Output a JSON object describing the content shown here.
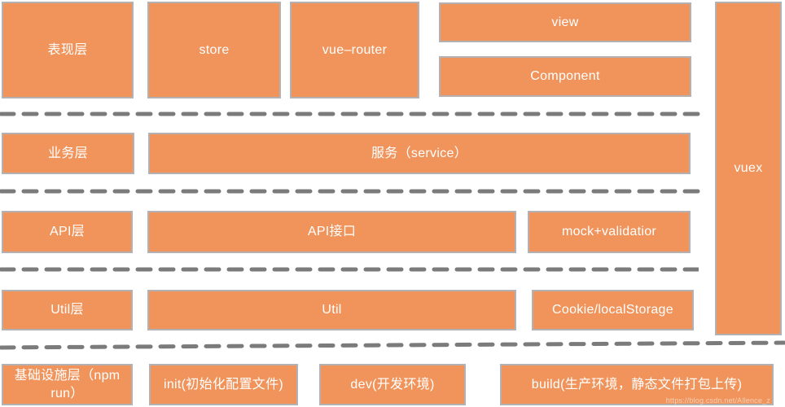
{
  "diagram": {
    "title_hint": "Vue frontend architecture layers diagram",
    "colors": {
      "box_fill": "#f0945c",
      "box_border": "#b3b1b3",
      "dash": "#7b7b7b",
      "text": "#ffffff",
      "background": "#ffffff"
    },
    "boxes": {
      "presentation_layer": "表现层",
      "store": "store",
      "vue_router": "vue–router",
      "view": "view",
      "component": "Component",
      "vuex": "vuex",
      "business_layer": "业务层",
      "service": "服务（service）",
      "api_layer": "API层",
      "api_interface": "API接口",
      "mock_validator": "mock+validatior",
      "util_layer": "Util层",
      "util": "Util",
      "cookie_localstorage": "Cookie/localStorage",
      "infrastructure_layer": "基础设施层（npm run）",
      "init": "init(初始化配置文件)",
      "dev": "dev(开发环境)",
      "build": "build(生产环境，静态文件打包上传)"
    },
    "watermark": "https://blog.csdn.net/Allence_z"
  }
}
